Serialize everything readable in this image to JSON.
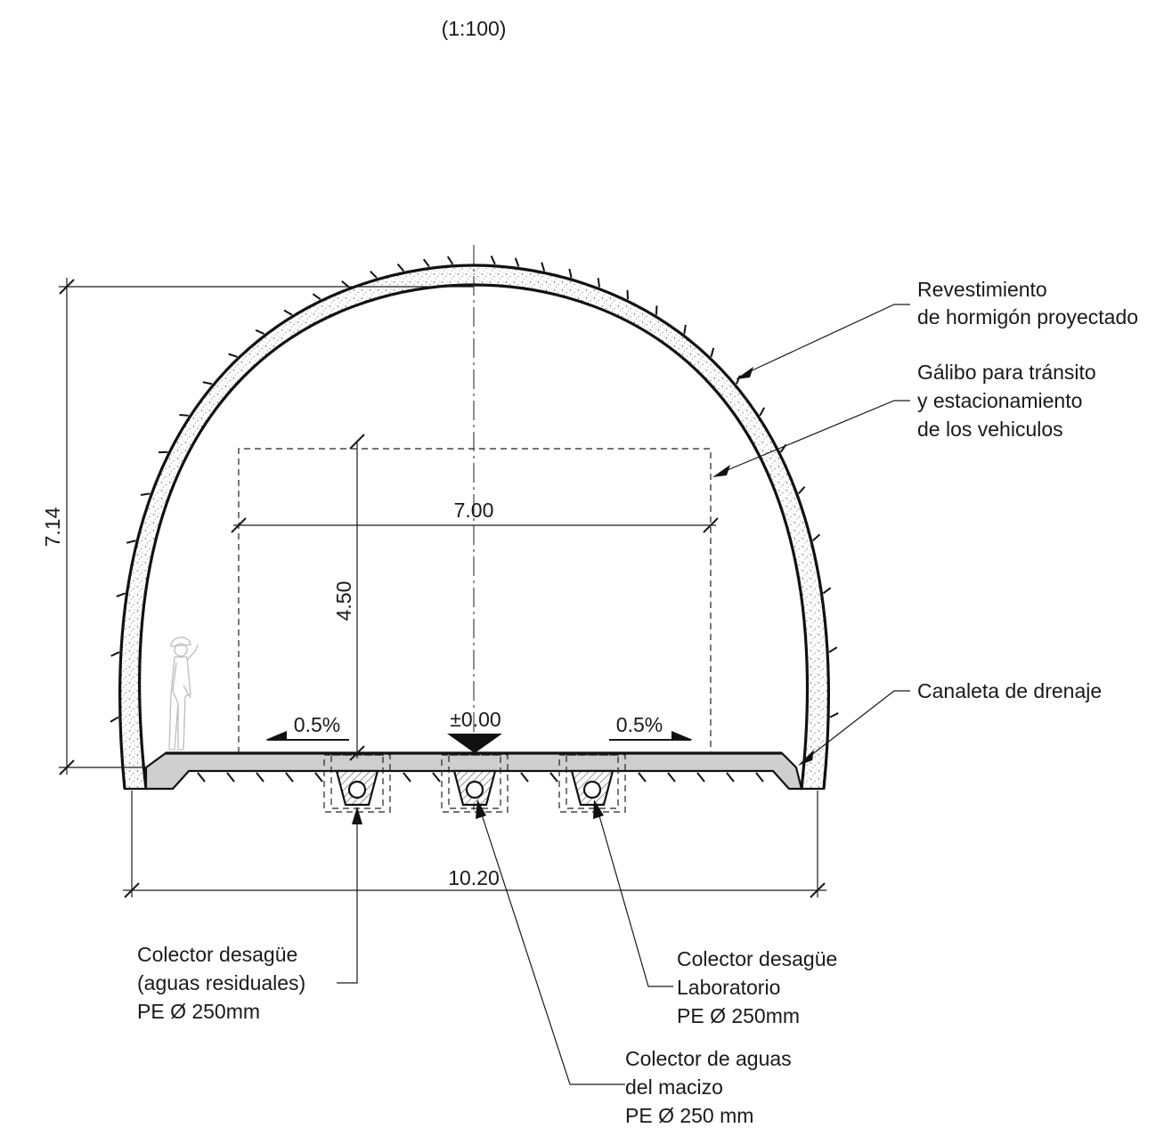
{
  "scale": "(1:100)",
  "dimensions": {
    "height_total": "7.14",
    "clearance_height": "4.50",
    "clearance_width": "7.00",
    "total_width": "10.20",
    "level": "±0.00",
    "slope_left": "0.5%",
    "slope_right": "0.5%"
  },
  "callouts": {
    "lining": [
      "Revestimiento",
      "de hormigón proyectado"
    ],
    "clearance": [
      "Gálibo para tránsito",
      "y estacionamiento",
      "de los vehiculos"
    ],
    "drain": [
      "Canaleta de drenaje"
    ],
    "collector_wastewater": [
      "Colector desagüe",
      "(aguas residuales)",
      "PE Ø 250mm"
    ],
    "collector_lab": [
      "Colector desagüe",
      "Laboratorio",
      "PE Ø 250mm"
    ],
    "collector_rock": [
      "Colector de aguas",
      "del macizo",
      "PE Ø 250 mm"
    ]
  }
}
